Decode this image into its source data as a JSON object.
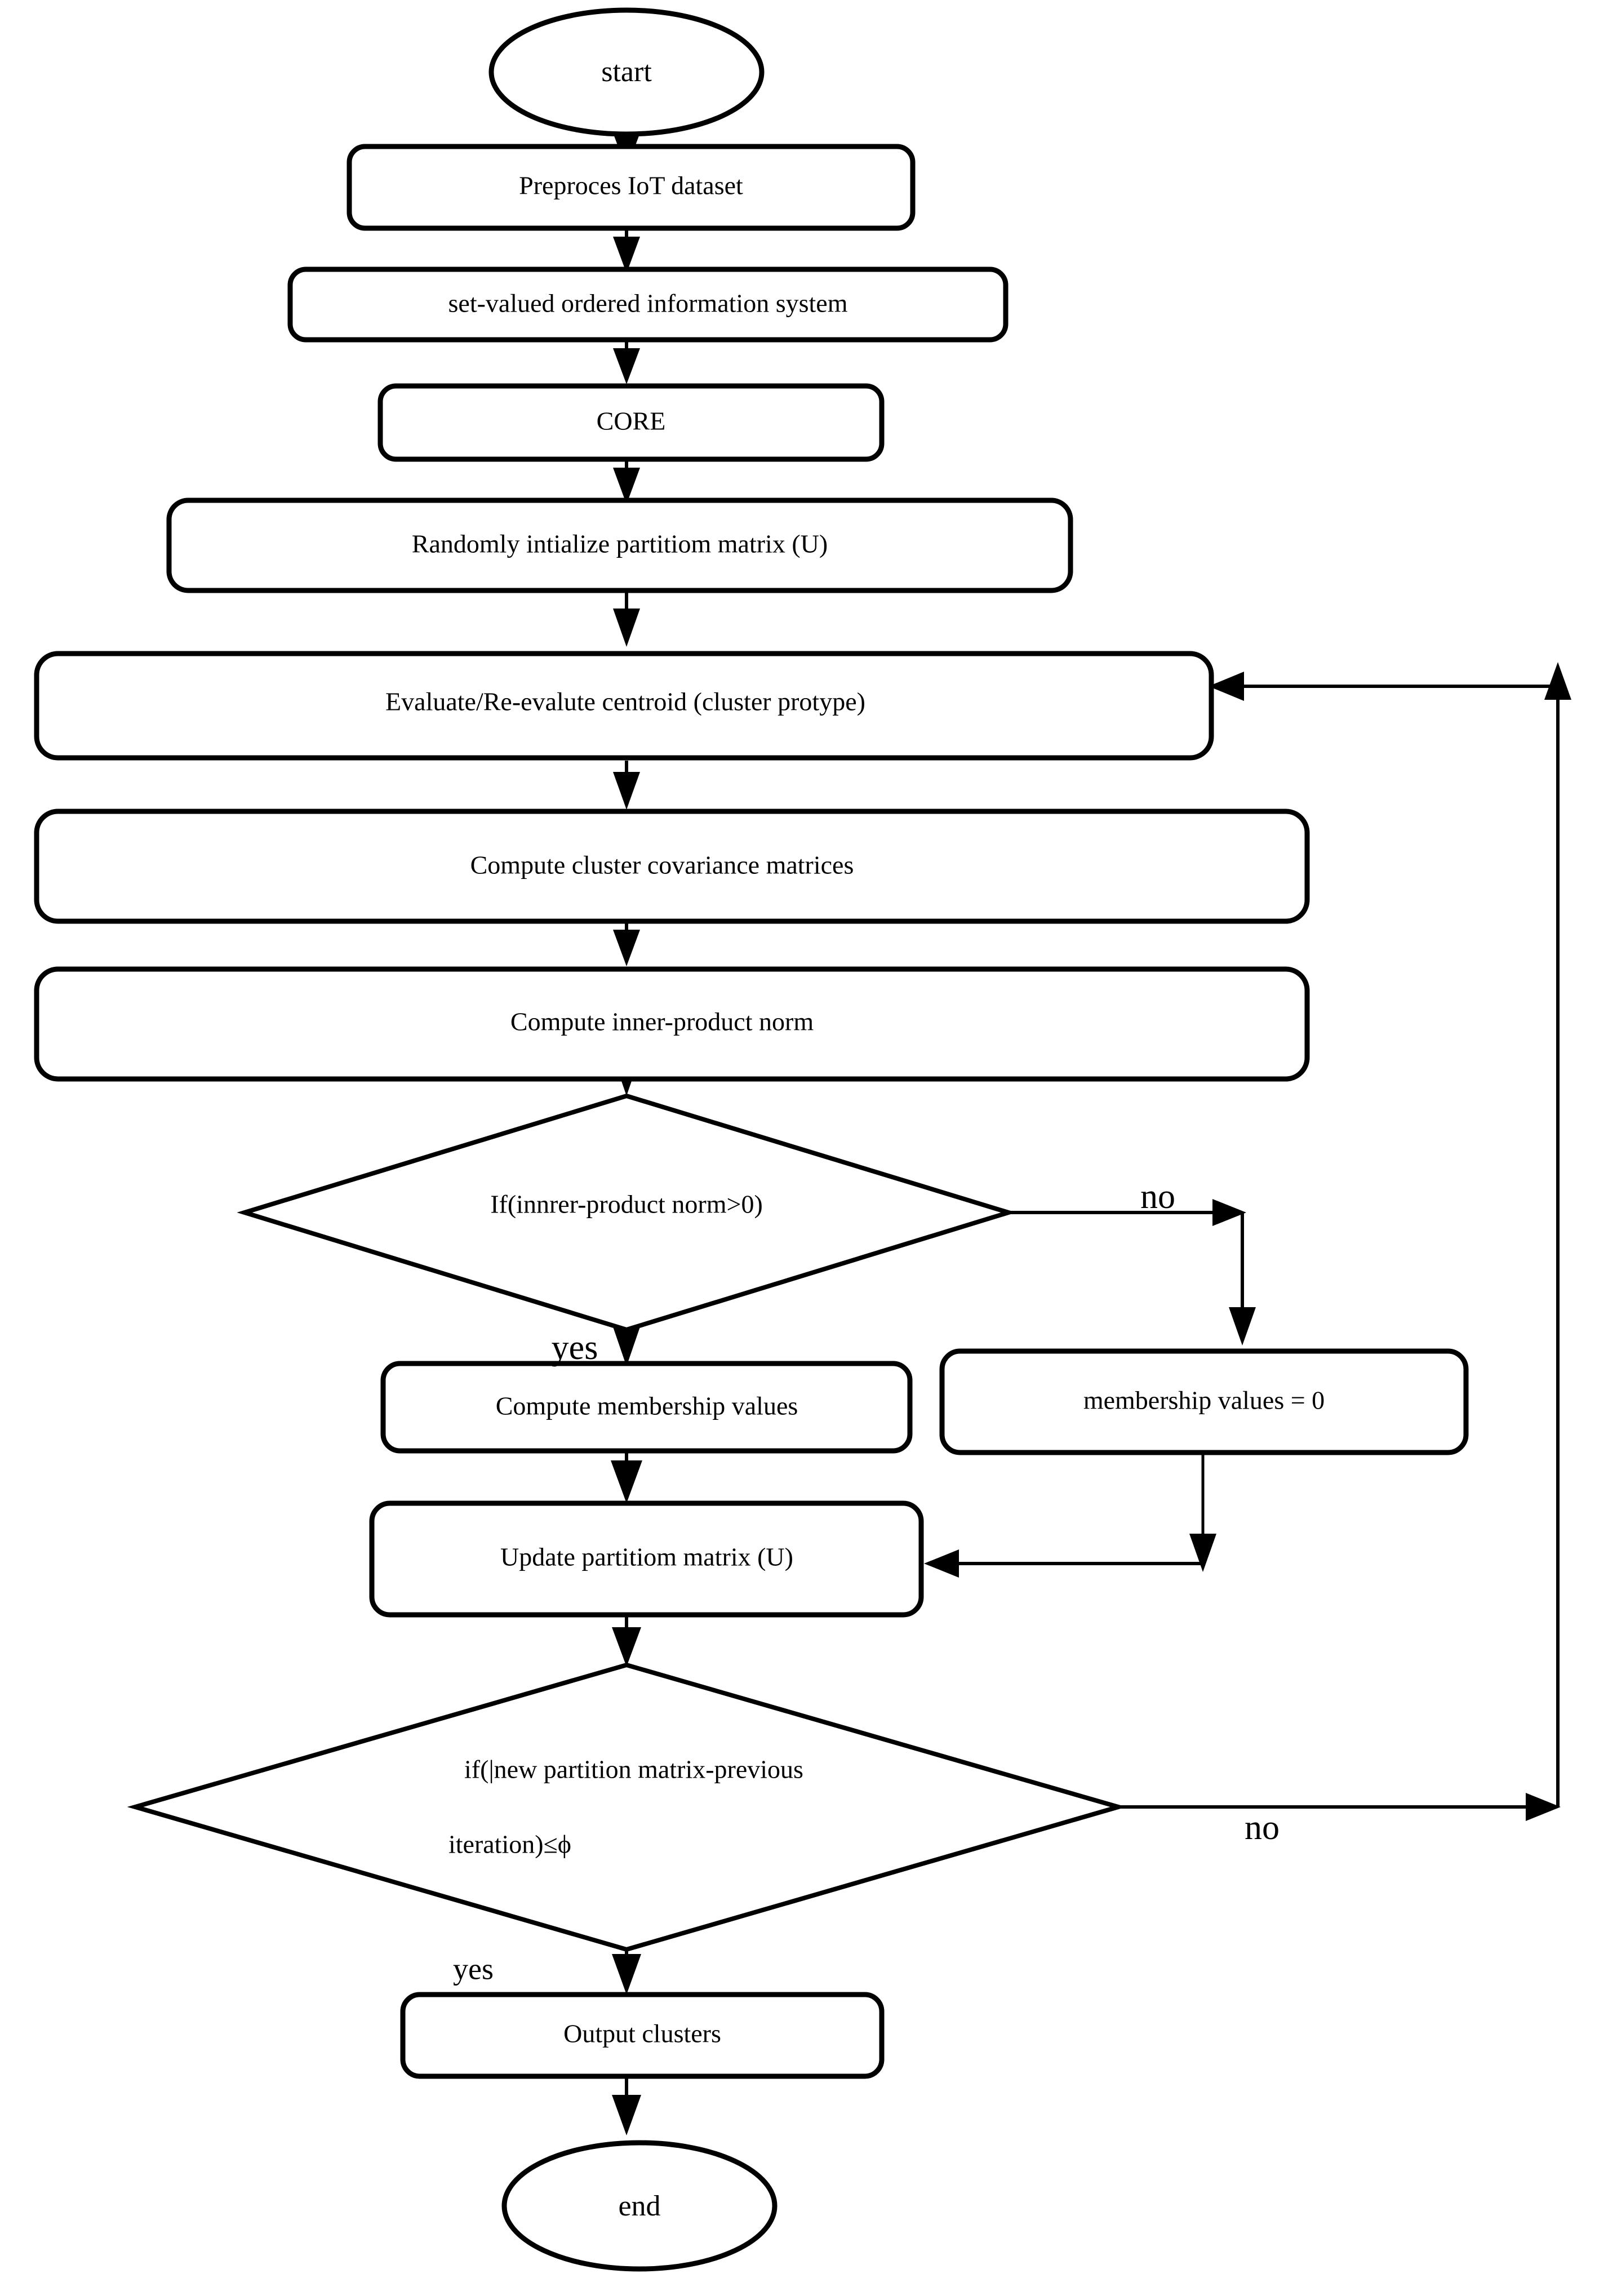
{
  "diagram": {
    "type": "flowchart",
    "title": "Fuzzy clustering algorithm flowchart",
    "orientation": "top-to-bottom",
    "background_color": "#ffffff",
    "stroke_color": "#000000"
  },
  "nodes": {
    "start": {
      "label": "start",
      "shape": "ellipse"
    },
    "preprocess": {
      "label": "Preproces IoT dataset",
      "shape": "rounded-rect"
    },
    "svois": {
      "label": "set-valued ordered information system",
      "shape": "rounded-rect"
    },
    "core": {
      "label": "CORE",
      "shape": "rounded-rect"
    },
    "init_u": {
      "label": "Randomly intialize partitiom matrix (U)",
      "shape": "rounded-rect"
    },
    "centroid": {
      "label": "Evaluate/Re-evalute centroid (cluster protype)",
      "shape": "rounded-rect"
    },
    "covariance": {
      "label": "Compute cluster covariance matrices",
      "shape": "rounded-rect"
    },
    "innerprod": {
      "label": "Compute inner-product norm",
      "shape": "rounded-rect"
    },
    "decision1": {
      "label": "If(innrer-product norm>0)",
      "shape": "diamond"
    },
    "compute_membership": {
      "label": "Compute membership values",
      "shape": "rounded-rect"
    },
    "zero_membership": {
      "label": "membership values = 0",
      "shape": "rounded-rect"
    },
    "update_u": {
      "label": "Update partitiom matrix (U)",
      "shape": "rounded-rect"
    },
    "decision2": {
      "label_line1": "if(|new  partition  matrix-previous",
      "label_line2": "iteration)≤ϕ",
      "shape": "diamond"
    },
    "output": {
      "label": "Output clusters",
      "shape": "rounded-rect"
    },
    "end": {
      "label": "end",
      "shape": "ellipse"
    }
  },
  "edge_labels": {
    "decision1_no": "no",
    "decision1_yes": "yes",
    "decision2_no": "no",
    "decision2_yes": "yes"
  },
  "edges": [
    {
      "from": "start",
      "to": "preprocess",
      "label": ""
    },
    {
      "from": "preprocess",
      "to": "svois",
      "label": ""
    },
    {
      "from": "svois",
      "to": "core",
      "label": ""
    },
    {
      "from": "core",
      "to": "init_u",
      "label": ""
    },
    {
      "from": "init_u",
      "to": "centroid",
      "label": ""
    },
    {
      "from": "centroid",
      "to": "covariance",
      "label": ""
    },
    {
      "from": "covariance",
      "to": "innerprod",
      "label": ""
    },
    {
      "from": "innerprod",
      "to": "decision1",
      "label": ""
    },
    {
      "from": "decision1",
      "to": "compute_membership",
      "label": "yes"
    },
    {
      "from": "decision1",
      "to": "zero_membership",
      "label": "no"
    },
    {
      "from": "compute_membership",
      "to": "update_u",
      "label": ""
    },
    {
      "from": "zero_membership",
      "to": "update_u",
      "label": ""
    },
    {
      "from": "update_u",
      "to": "decision2",
      "label": ""
    },
    {
      "from": "decision2",
      "to": "output",
      "label": "yes"
    },
    {
      "from": "decision2",
      "to": "centroid",
      "label": "no"
    },
    {
      "from": "output",
      "to": "end",
      "label": ""
    }
  ]
}
